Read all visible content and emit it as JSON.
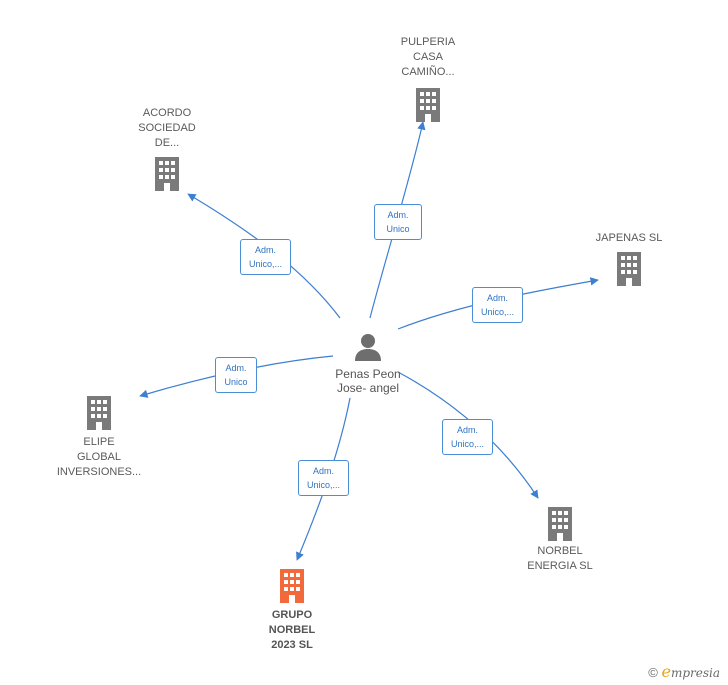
{
  "center": {
    "name": "Penas Peon\nJose- angel",
    "icon": "person-icon"
  },
  "companies": [
    {
      "id": "pulperia",
      "label": "PULPERIA\nCASA\nCAMIÑO...",
      "color": "#7a7a7a",
      "bold": false
    },
    {
      "id": "acordo",
      "label": "ACORDO\nSOCIEDAD\nDE...",
      "color": "#7a7a7a",
      "bold": false
    },
    {
      "id": "japenas",
      "label": "JAPENAS SL",
      "color": "#7a7a7a",
      "bold": false
    },
    {
      "id": "elipe",
      "label": "ELIPE\nGLOBAL\nINVERSIONES...",
      "color": "#7a7a7a",
      "bold": false
    },
    {
      "id": "norbel-energia",
      "label": "NORBEL\nENERGIA  SL",
      "color": "#7a7a7a",
      "bold": false
    },
    {
      "id": "grupo-norbel",
      "label": "GRUPO\nNORBEL\n2023  SL",
      "color": "#f26a3b",
      "bold": true
    }
  ],
  "relations": [
    {
      "to": "pulperia",
      "label": "Adm.\nUnico"
    },
    {
      "to": "acordo",
      "label": "Adm.\nUnico,..."
    },
    {
      "to": "japenas",
      "label": "Adm.\nUnico,..."
    },
    {
      "to": "elipe",
      "label": "Adm.\nUnico"
    },
    {
      "to": "norbel-energia",
      "label": "Adm.\nUnico,..."
    },
    {
      "to": "grupo-norbel",
      "label": "Adm.\nUnico,..."
    }
  ],
  "colors": {
    "edge": "#3d7fd0",
    "building": "#7a7a7a",
    "highlight": "#f26a3b",
    "brand": "#e8a317"
  },
  "footer": {
    "copyright": "©",
    "brand_initial": "e",
    "brand_rest": "mpresia"
  }
}
